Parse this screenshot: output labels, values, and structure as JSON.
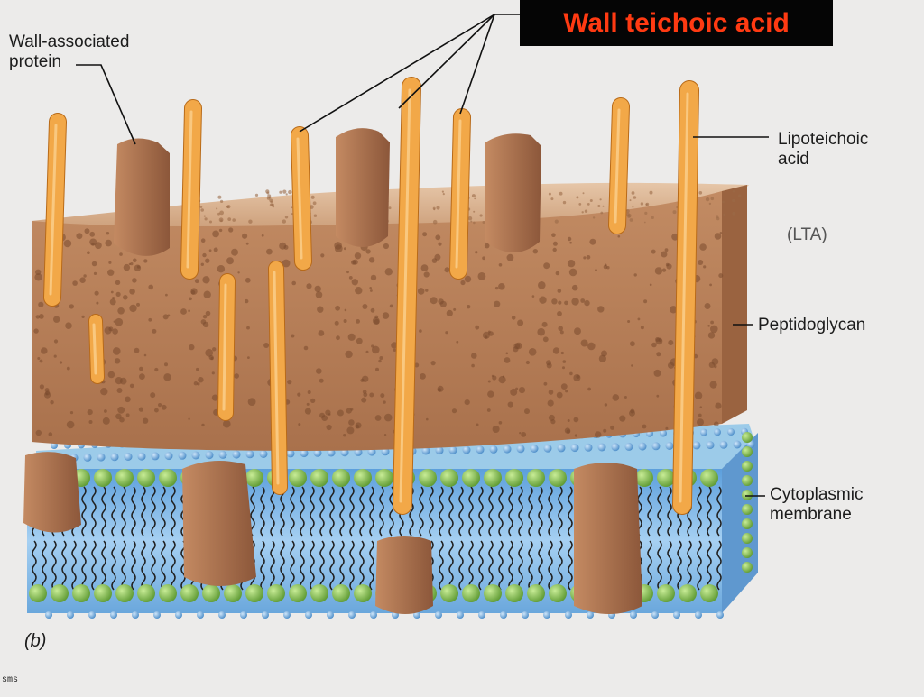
{
  "title": "Wall teichoic acid",
  "labels": {
    "wall_associated_protein": "Wall-associated\nprotein",
    "lipoteichoic_acid": "Lipoteichoic\nacid",
    "lta_abbrev": "(LTA)",
    "peptidoglycan": "Peptidoglycan",
    "cytoplasmic_membrane": "Cytoplasmic\nmembrane",
    "panel": "(b)",
    "corner_text": "sms"
  },
  "colors": {
    "title_bg": "#050505",
    "title_text": "#ff3a12",
    "peptidoglycan": "#b7805a",
    "peptidoglycan_top": "#d6ac8a",
    "teichoic_acid": "#f0a447",
    "protein": "#a86a48",
    "membrane": "#7fb8e8",
    "lipid_head_green": "#8cc456",
    "lipid_head_blue": "#6aa8da"
  }
}
